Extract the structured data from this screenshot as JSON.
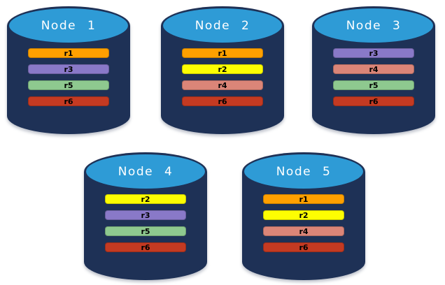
{
  "palette": {
    "cylinder_body": "#1E3156",
    "cylinder_top": "#2E9BD6",
    "title_text": "#FFFFFF",
    "bar_text": "#000000",
    "background": "#FFFFFF"
  },
  "replica_colors": {
    "r1": "#FFA000",
    "r2": "#FDFE02",
    "r3": "#8979C8",
    "r4": "#DB8578",
    "r5": "#8EC98F",
    "r6": "#C43A22"
  },
  "nodes": [
    {
      "label": "Node 1",
      "replicas": [
        "r1",
        "r3",
        "r5",
        "r6"
      ]
    },
    {
      "label": "Node 2",
      "replicas": [
        "r1",
        "r2",
        "r4",
        "r6"
      ]
    },
    {
      "label": "Node 3",
      "replicas": [
        "r3",
        "r4",
        "r5",
        "r6"
      ]
    },
    {
      "label": "Node 4",
      "replicas": [
        "r2",
        "r3",
        "r5",
        "r6"
      ]
    },
    {
      "label": "Node 5",
      "replicas": [
        "r1",
        "r2",
        "r4",
        "r6"
      ]
    }
  ]
}
